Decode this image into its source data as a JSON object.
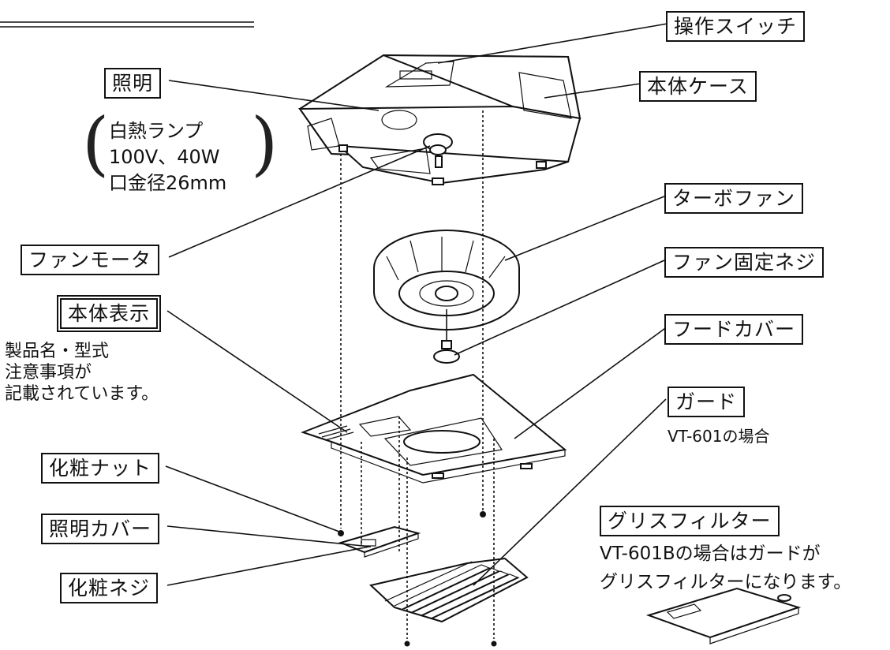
{
  "labels": {
    "operation_switch": "操作スイッチ",
    "lighting": "照明",
    "main_case": "本体ケース",
    "turbo_fan": "ターボファン",
    "fan_motor": "ファンモータ",
    "fan_fixing_screw": "ファン固定ネジ",
    "main_display": "本体表示",
    "hood_cover": "フードカバー",
    "guard": "ガード",
    "decorative_nut": "化粧ナット",
    "lighting_cover": "照明カバー",
    "decorative_screw": "化粧ネジ",
    "grease_filter": "グリスフィルター"
  },
  "notes": {
    "lamp": [
      "白熱ランプ",
      "100V、40W",
      "口金径26mm"
    ],
    "display": [
      "製品名・型式",
      "注意事項が",
      "記載されています。"
    ],
    "guard_model": "VT-601の場合",
    "filter_model": [
      "VT-601Bの場合はガードが",
      "グリスフィルターになります。"
    ]
  },
  "colors": {
    "line": "#111111",
    "background": "#ffffff"
  }
}
